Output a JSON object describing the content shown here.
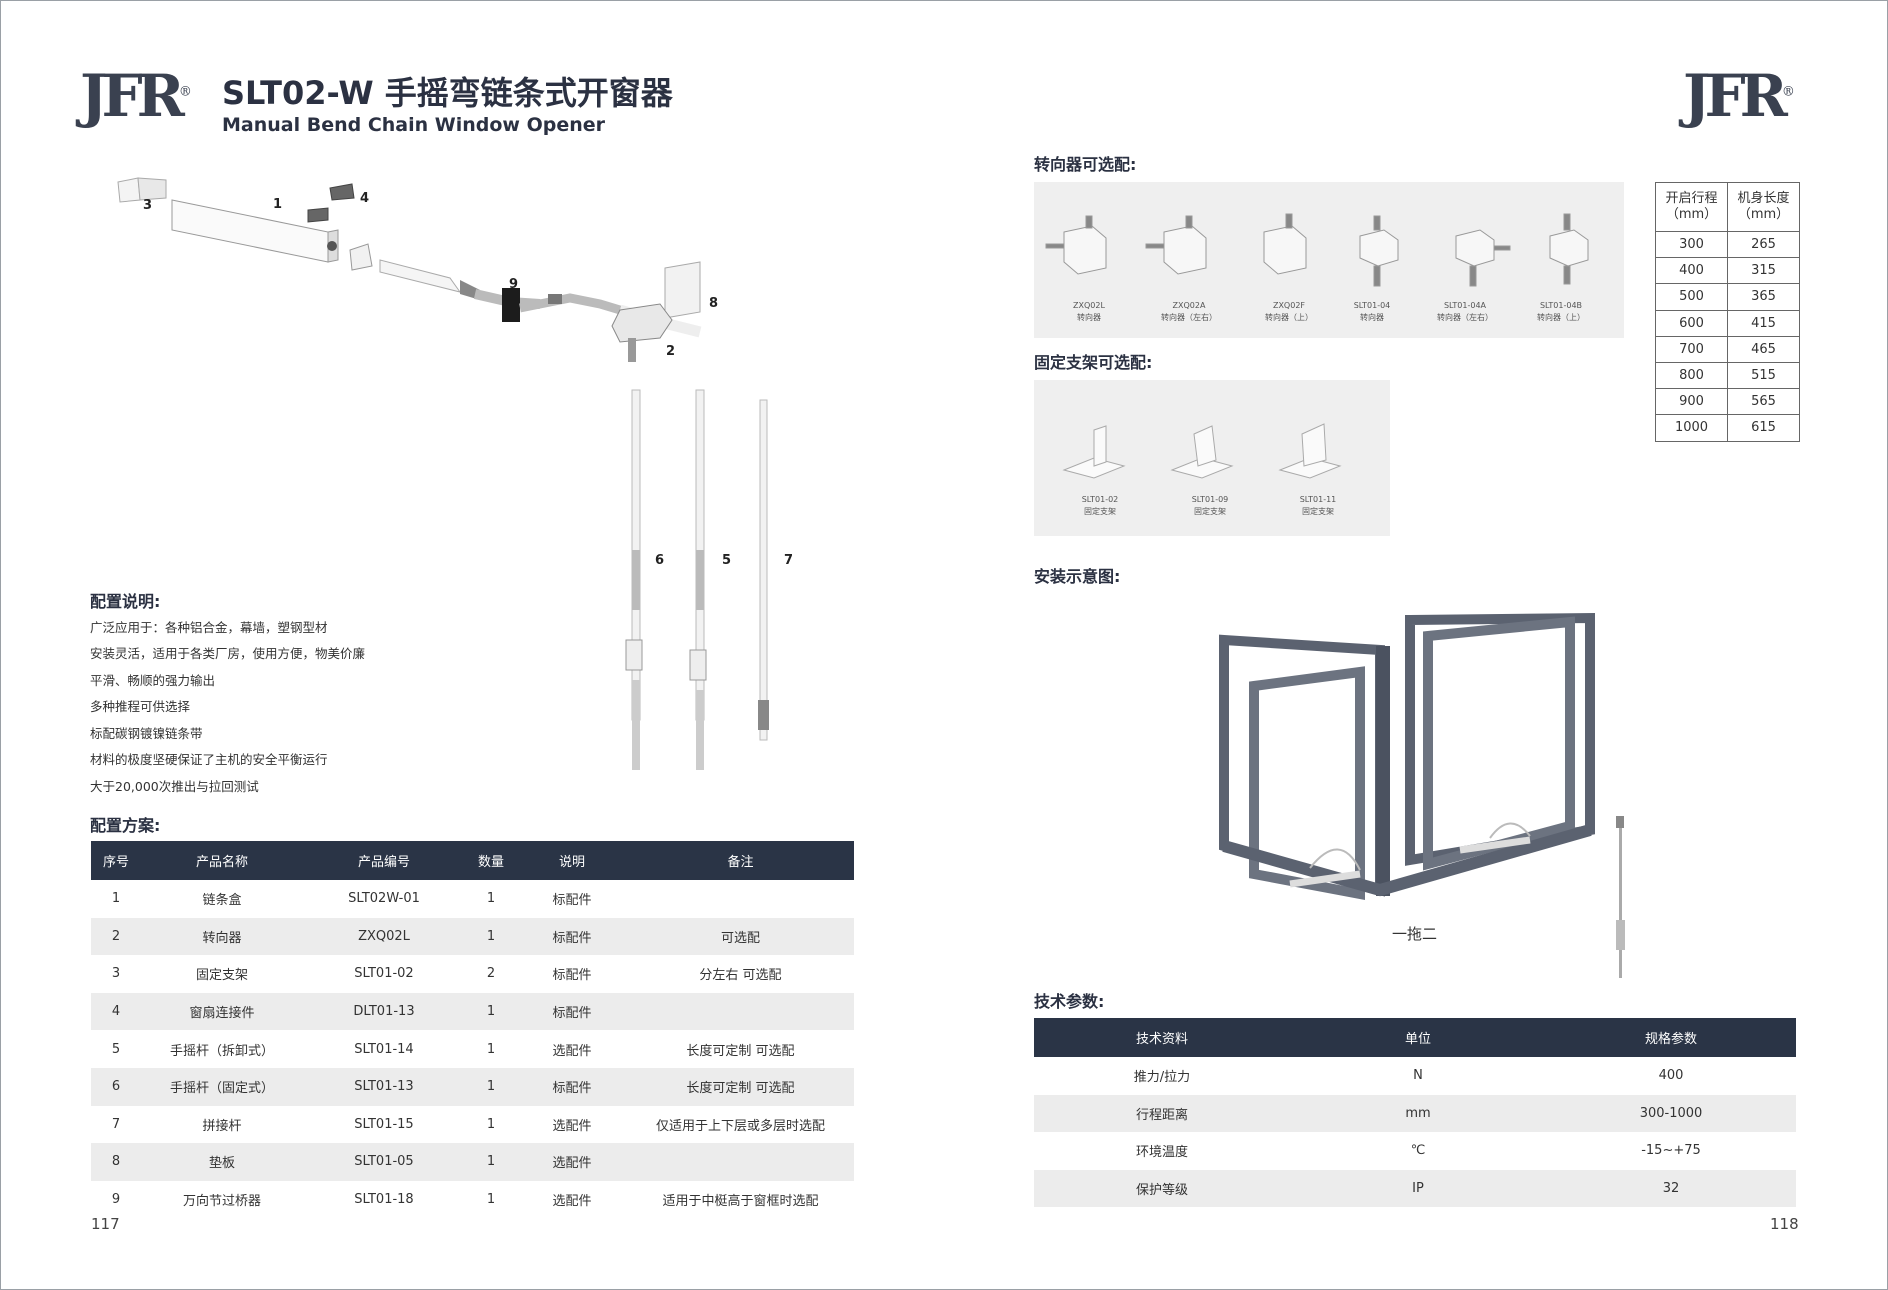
{
  "brand": {
    "logo_text": "JFR",
    "registered": "®"
  },
  "header": {
    "title_cn": "SLT02-W 手摇弯链条式开窗器",
    "title_en": "Manual Bend Chain Window Opener"
  },
  "diagram_labels": [
    "3",
    "1",
    "4",
    "9",
    "8",
    "2",
    "6",
    "5",
    "7"
  ],
  "config_desc": {
    "heading": "配置说明:",
    "items": [
      "广泛应用于：各种铝合金，幕墙，塑钢型材",
      "安装灵活，适用于各类厂房，使用方便，物美价廉",
      "平滑、畅顺的强力输出",
      "多种推程可供选择",
      "标配碳钢镀镍链条带",
      "材料的极度坚硬保证了主机的安全平衡运行",
      "大于20,000次推出与拉回测试"
    ]
  },
  "config_plan": {
    "heading": "配置方案:",
    "headers": [
      "序号",
      "产品名称",
      "产品编号",
      "数量",
      "说明",
      "备注"
    ],
    "rows": [
      [
        "1",
        "链条盒",
        "SLT02W-01",
        "1",
        "标配件",
        ""
      ],
      [
        "2",
        "转向器",
        "ZXQ02L",
        "1",
        "标配件",
        "可选配"
      ],
      [
        "3",
        "固定支架",
        "SLT01-02",
        "2",
        "标配件",
        "分左右 可选配"
      ],
      [
        "4",
        "窗扇连接件",
        "DLT01-13",
        "1",
        "标配件",
        ""
      ],
      [
        "5",
        "手摇杆（拆卸式）",
        "SLT01-14",
        "1",
        "选配件",
        "长度可定制 可选配"
      ],
      [
        "6",
        "手摇杆（固定式）",
        "SLT01-13",
        "1",
        "标配件",
        "长度可定制 可选配"
      ],
      [
        "7",
        "拼接杆",
        "SLT01-15",
        "1",
        "选配件",
        "仅适用于上下层或多层时选配"
      ],
      [
        "8",
        "垫板",
        "SLT01-05",
        "1",
        "选配件",
        ""
      ],
      [
        "9",
        "万向节过桥器",
        "SLT01-18",
        "1",
        "选配件",
        "适用于中梃高于窗框时选配"
      ]
    ]
  },
  "page_left": "117",
  "page_right": "118",
  "steering": {
    "heading": "转向器可选配:",
    "items": [
      {
        "code": "ZXQ02L",
        "name": "转向器"
      },
      {
        "code": "ZXQ02A",
        "name": "转向器（左右）"
      },
      {
        "code": "ZXQ02F",
        "name": "转向器（上）"
      },
      {
        "code": "SLT01-04",
        "name": "转向器"
      },
      {
        "code": "SLT01-04A",
        "name": "转向器（左右）"
      },
      {
        "code": "SLT01-04B",
        "name": "转向器（上）"
      }
    ]
  },
  "stroke_table": {
    "headers": [
      "开启行程\n（mm）",
      "机身长度\n（mm）"
    ],
    "rows": [
      [
        "300",
        "265"
      ],
      [
        "400",
        "315"
      ],
      [
        "500",
        "365"
      ],
      [
        "600",
        "415"
      ],
      [
        "700",
        "465"
      ],
      [
        "800",
        "515"
      ],
      [
        "900",
        "565"
      ],
      [
        "1000",
        "615"
      ]
    ]
  },
  "bracket": {
    "heading": "固定支架可选配:",
    "items": [
      {
        "code": "SLT01-02",
        "name": "固定支架"
      },
      {
        "code": "SLT01-09",
        "name": "固定支架"
      },
      {
        "code": "SLT01-11",
        "name": "固定支架"
      }
    ]
  },
  "install": {
    "heading": "安装示意图:",
    "caption": "一拖二"
  },
  "tech": {
    "heading": "技术参数:",
    "headers": [
      "技术资料",
      "单位",
      "规格参数"
    ],
    "rows": [
      [
        "推力/拉力",
        "N",
        "400"
      ],
      [
        "行程距离",
        "mm",
        "300-1000"
      ],
      [
        "环境温度",
        "℃",
        "-15~+75"
      ],
      [
        "保护等级",
        "IP",
        "32"
      ]
    ]
  },
  "colors": {
    "table_header": "#2a3446",
    "row_alt": "#ececec",
    "frame": "#5b6270"
  }
}
